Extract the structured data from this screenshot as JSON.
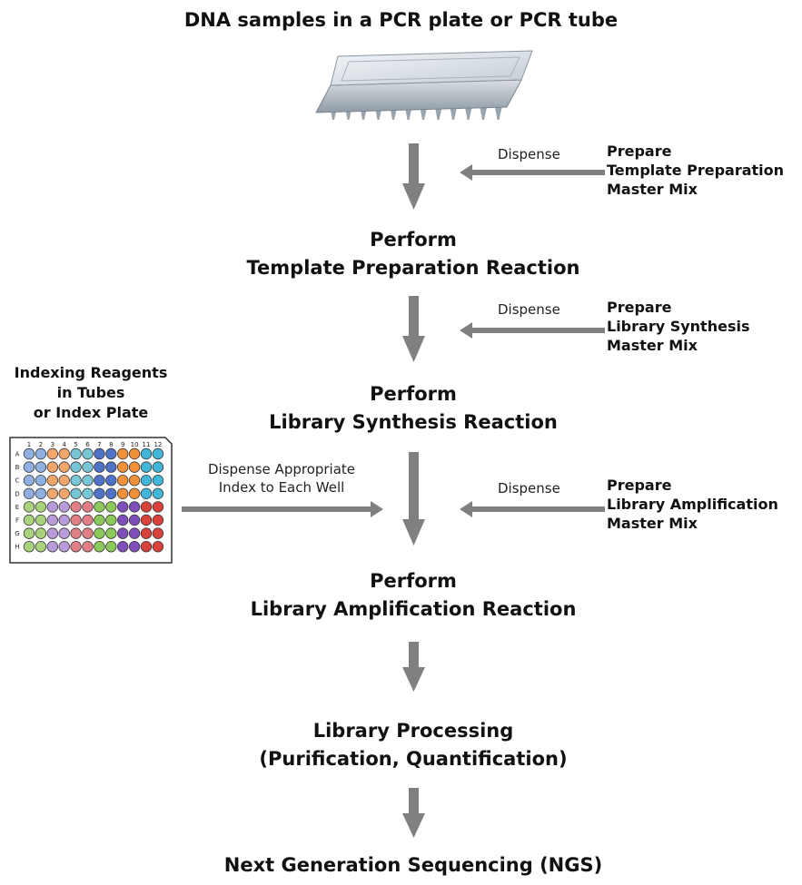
{
  "header": {
    "title": "DNA samples in a PCR plate or PCR tube"
  },
  "steps": [
    {
      "line1": "Perform",
      "line2": "Template Preparation Reaction"
    },
    {
      "line1": "Perform",
      "line2": "Library Synthesis Reaction"
    },
    {
      "line1": "Perform",
      "line2": "Library Amplification Reaction"
    },
    {
      "line1": "Library Processing",
      "line2": "(Purification, Quantification)"
    }
  ],
  "final_step": {
    "label": "Next Generation Sequencing (NGS)"
  },
  "side_inputs": [
    {
      "action": "Dispense",
      "lines": [
        "Prepare",
        "Template Preparation",
        "Master Mix"
      ]
    },
    {
      "action": "Dispense",
      "lines": [
        "Prepare",
        "Library Synthesis",
        "Master Mix"
      ]
    },
    {
      "action": "Dispense",
      "lines": [
        "Prepare",
        "Library Amplification",
        "Master Mix"
      ]
    }
  ],
  "index_input": {
    "label_lines": [
      "Indexing Reagents",
      "in Tubes",
      "or Index Plate"
    ],
    "action_lines": [
      "Dispense Appropriate",
      "Index to Each Well"
    ]
  },
  "index_plate": {
    "column_labels": [
      "1",
      "2",
      "3",
      "4",
      "5",
      "6",
      "7",
      "8",
      "9",
      "10",
      "11",
      "12"
    ],
    "row_labels": [
      "A",
      "B",
      "C",
      "D",
      "E",
      "F",
      "G",
      "H"
    ],
    "top_colors": [
      "#8fb0e0",
      "#8fb0e0",
      "#f2a66b",
      "#f2a66b",
      "#77c6d6",
      "#77c6d6",
      "#4f73c9",
      "#4f73c9",
      "#f0913a",
      "#f0913a",
      "#41b6d8",
      "#41b6d8"
    ],
    "bottom_colors": [
      "#a8d27c",
      "#a8d27c",
      "#b89bd8",
      "#b89bd8",
      "#e27e86",
      "#e27e86",
      "#8cc85a",
      "#8cc85a",
      "#7e4fb8",
      "#7e4fb8",
      "#d9413b",
      "#d9413b"
    ]
  },
  "colors": {
    "arrow": "#808080",
    "text": "#111111"
  }
}
